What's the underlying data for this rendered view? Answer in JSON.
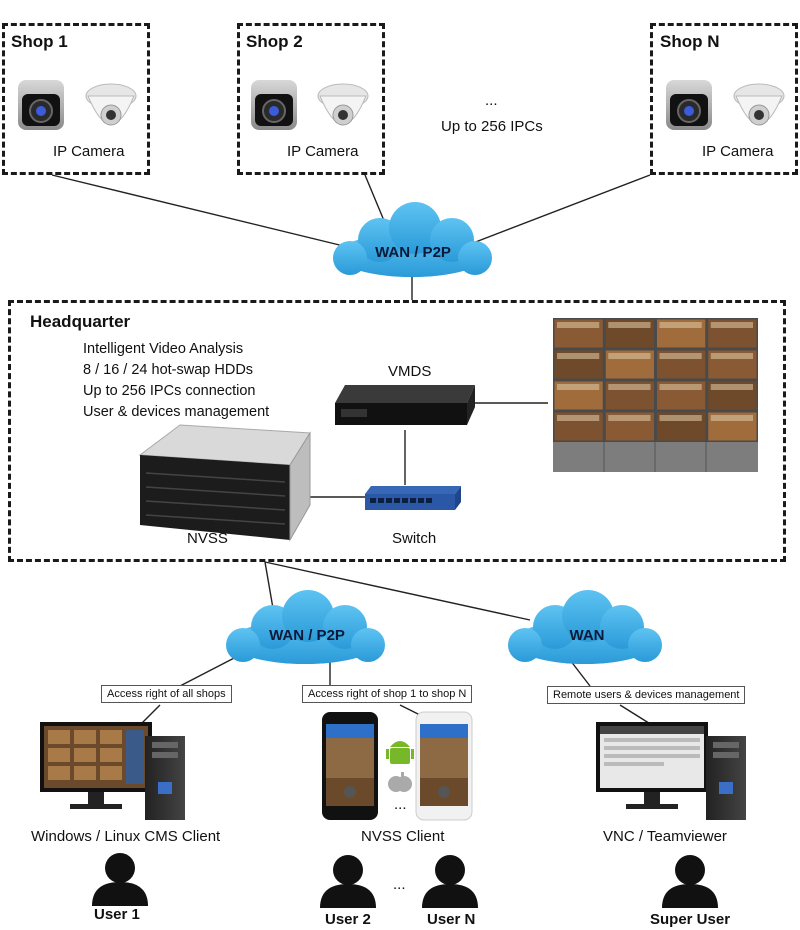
{
  "shops": [
    {
      "title": "Shop 1",
      "camera_label": "IP Camera"
    },
    {
      "title": "Shop 2",
      "camera_label": "IP Camera"
    },
    {
      "title": "Shop N",
      "camera_label": "IP Camera"
    }
  ],
  "shop_gap": {
    "ellipsis": "...",
    "text": "Up to 256 IPCs"
  },
  "clouds": {
    "top": "WAN / P2P",
    "bottom_left": "WAN / P2P",
    "bottom_right": "WAN"
  },
  "headquarter": {
    "title": "Headquarter",
    "features": [
      "Intelligent Video Analysis",
      "8 / 16 / 24 hot-swap HDDs",
      "Up to 256 IPCs connection",
      "User & devices management"
    ],
    "vmds_label": "VMDS",
    "nvss_label": "NVSS",
    "switch_label": "Switch"
  },
  "access": {
    "left": "Access right of all shops",
    "middle": "Access right of shop 1 to shop N",
    "right": "Remote users & devices management"
  },
  "clients": {
    "left": "Windows / Linux CMS Client",
    "middle": "NVSS Client",
    "right": "VNC / Teamviewer",
    "middle_ellipsis": "..."
  },
  "users": {
    "user1": "User 1",
    "user2": "User 2",
    "usern": "User N",
    "users_ellipsis": "...",
    "super": "Super User"
  }
}
